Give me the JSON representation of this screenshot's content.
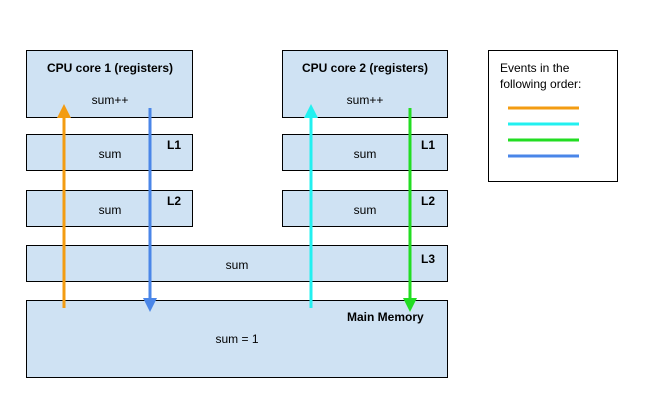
{
  "core1": {
    "title": "CPU core 1 (registers)",
    "op": "sum++"
  },
  "core2": {
    "title": "CPU core 2 (registers)",
    "op": "sum++"
  },
  "cache_left": {
    "l1": {
      "label": "L1",
      "content": "sum"
    },
    "l2": {
      "label": "L2",
      "content": "sum"
    }
  },
  "cache_right": {
    "l1": {
      "label": "L1",
      "content": "sum"
    },
    "l2": {
      "label": "L2",
      "content": "sum"
    }
  },
  "l3": {
    "label": "L3",
    "content": "sum"
  },
  "memory": {
    "title": "Main Memory",
    "content": "sum = 1"
  },
  "legend": {
    "title_line1": "Events in the",
    "title_line2": "following order:",
    "colors": [
      "#f39c12",
      "#22f0f0",
      "#22dd22",
      "#4a86e8"
    ]
  },
  "arrow_colors": {
    "core1_up": "#f39c12",
    "core1_down": "#4a86e8",
    "core2_up": "#22f0f0",
    "core2_down": "#22dd22"
  }
}
